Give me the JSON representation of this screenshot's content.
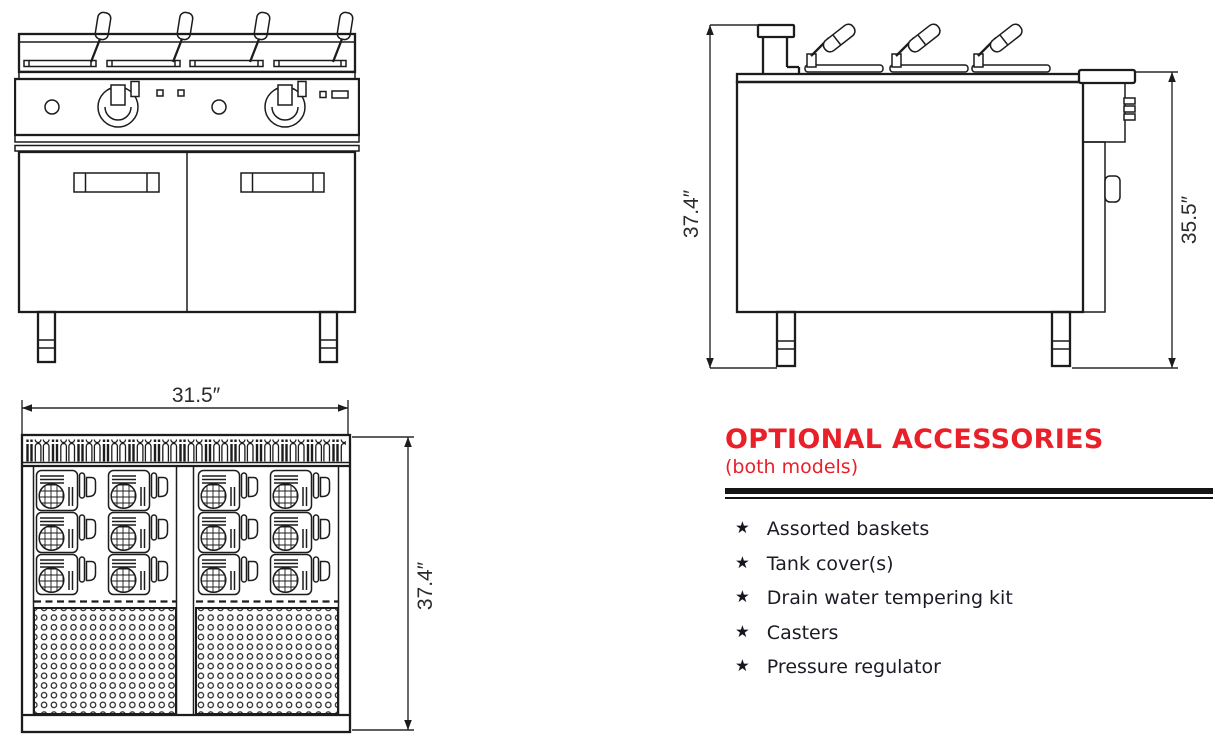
{
  "diagram": {
    "title": "Pasta cooker spec drawing",
    "line_color": "#1c1c1c",
    "views": {
      "front": {
        "name": "front-elevation"
      },
      "side": {
        "name": "side-elevation",
        "overall_height": "37.4″",
        "worktop_height": "35.5″"
      },
      "top": {
        "name": "top-plan",
        "width": "31.5″",
        "depth": "37.4″"
      }
    }
  },
  "accessories": {
    "title": "OPTIONAL ACCESSORIES",
    "subtitle": "(both models)",
    "title_color": "#e9202a",
    "text_color": "#1b1b26",
    "bullet_icon": "★",
    "items": [
      "Assorted baskets",
      "Tank cover(s)",
      "Drain water tempering kit",
      "Casters",
      "Pressure regulator"
    ]
  }
}
